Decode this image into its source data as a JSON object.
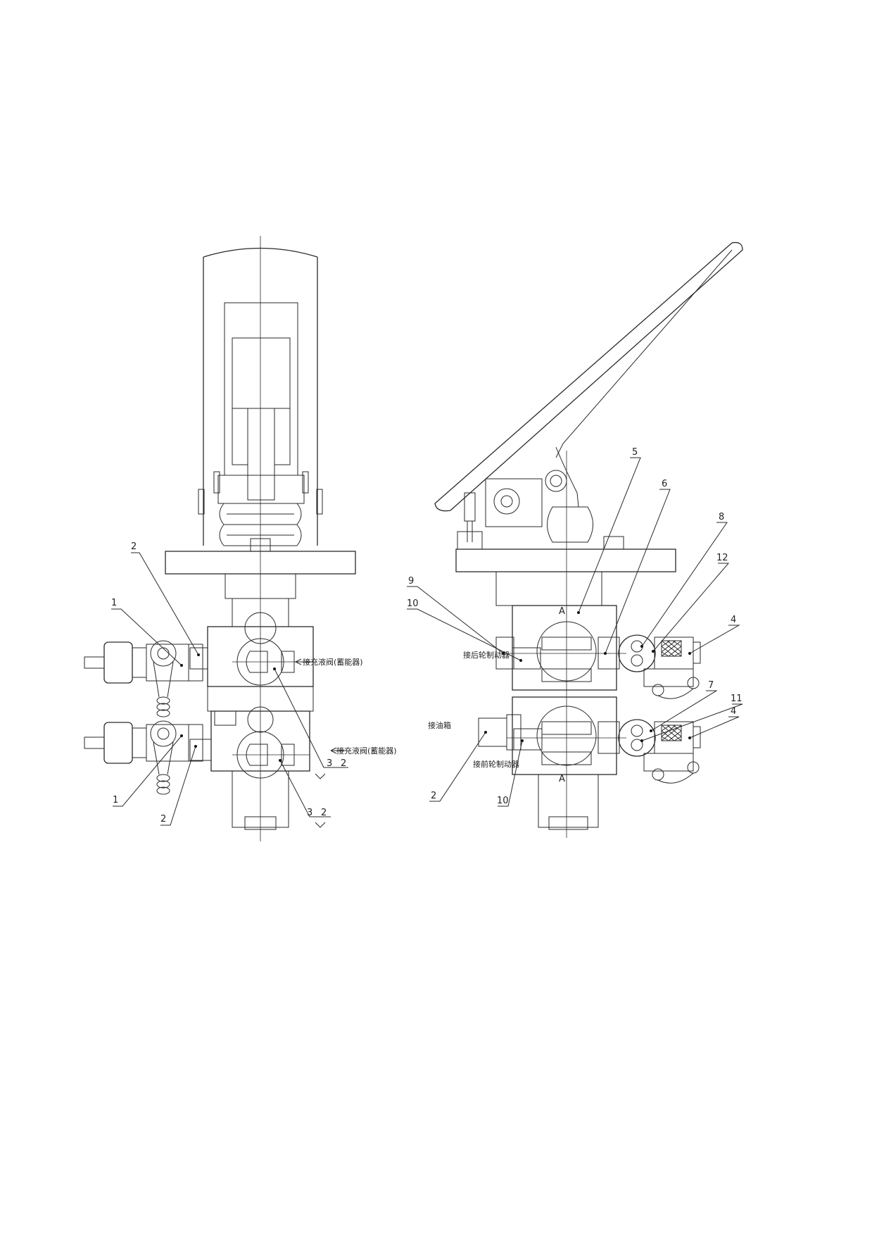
{
  "parts": [
    {
      "id": "l-2-top",
      "text": "2"
    },
    {
      "id": "l-1-top",
      "text": "1"
    },
    {
      "id": "l-1-bot",
      "text": "1"
    },
    {
      "id": "l-2-bot",
      "text": "2"
    },
    {
      "id": "l-3-top",
      "text": "3"
    },
    {
      "id": "l-2-top-r",
      "text": "2"
    },
    {
      "id": "l-3-bot",
      "text": "3"
    },
    {
      "id": "l-2-bot-r",
      "text": "2"
    },
    {
      "id": "r-5",
      "text": "5"
    },
    {
      "id": "r-6",
      "text": "6"
    },
    {
      "id": "r-8",
      "text": "8"
    },
    {
      "id": "r-12",
      "text": "12"
    },
    {
      "id": "r-9",
      "text": "9"
    },
    {
      "id": "r-10-top",
      "text": "10"
    },
    {
      "id": "r-4-top",
      "text": "4"
    },
    {
      "id": "r-7",
      "text": "7"
    },
    {
      "id": "r-11",
      "text": "11"
    },
    {
      "id": "r-4-bot",
      "text": "4"
    },
    {
      "id": "r-2",
      "text": "2"
    },
    {
      "id": "r-10-bot",
      "text": "10"
    }
  ],
  "notes": {
    "fill_valve_top": "接充液阀(蓄能器)",
    "fill_valve_bot": "接充液阀(蓄能器)",
    "rear_brake": "接后轮制动器",
    "tank": "接油箱",
    "front_brake": "接前轮制动器",
    "section_a_top": "A",
    "section_a_bot": "A"
  }
}
